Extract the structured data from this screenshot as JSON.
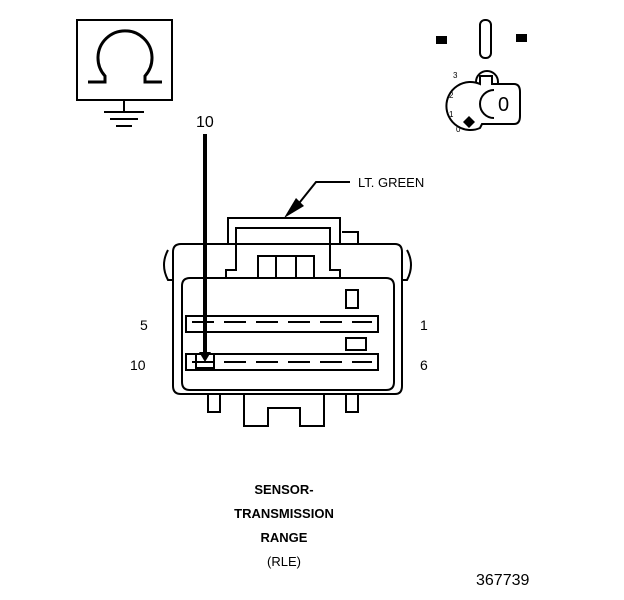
{
  "probe": {
    "pin_label": "10"
  },
  "wire": {
    "color_label": "LT. GREEN"
  },
  "connector": {
    "pin_top_left": "5",
    "pin_top_right": "1",
    "pin_bottom_left": "10",
    "pin_bottom_right": "6"
  },
  "ignition": {
    "positions": [
      "3",
      "2",
      "1",
      "0"
    ],
    "key_label": "0"
  },
  "component_title": {
    "line1": "SENSOR-",
    "line2": "TRANSMISSION",
    "line3": "RANGE",
    "line4": "(RLE)"
  },
  "figure_number": "367739"
}
